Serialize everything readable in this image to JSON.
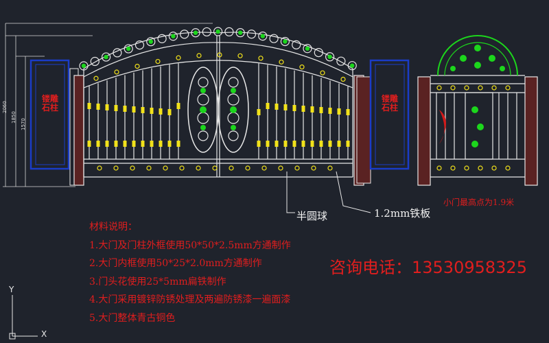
{
  "callouts": {
    "half_ball": "半圆球",
    "iron_plate": "1.2mm铁板"
  },
  "notes": {
    "title": "材料说明：",
    "items": [
      "1.大门及门柱外框使用50*50*2.5mm方通制作",
      "2.大门内框使用50*25*2.0mm方通制作",
      "3.门头花使用25*5mm扁铁制作",
      "4.大门采用镀锌防锈处理及两遍防锈漆一遍面漆",
      "5.大门整体青古铜色"
    ]
  },
  "phone": "咨询电话：13530958325",
  "small_gate_note": "小门最高点为1.9米",
  "pillar_text": "镂雕石柱",
  "dimensions": {
    "d1": "2060",
    "d2": "1850",
    "d3": "1570"
  },
  "axis": {
    "y": "Y",
    "x": "X"
  },
  "colors": {
    "background": "#1f232c",
    "line": "#e8e8e8",
    "accent_green": "#1cd61c",
    "accent_yellow": "#f2e21a",
    "note_red": "#e01e1e",
    "pillar_blue": "#1a3cc8",
    "pillar_fill": "#6b2a2a"
  }
}
